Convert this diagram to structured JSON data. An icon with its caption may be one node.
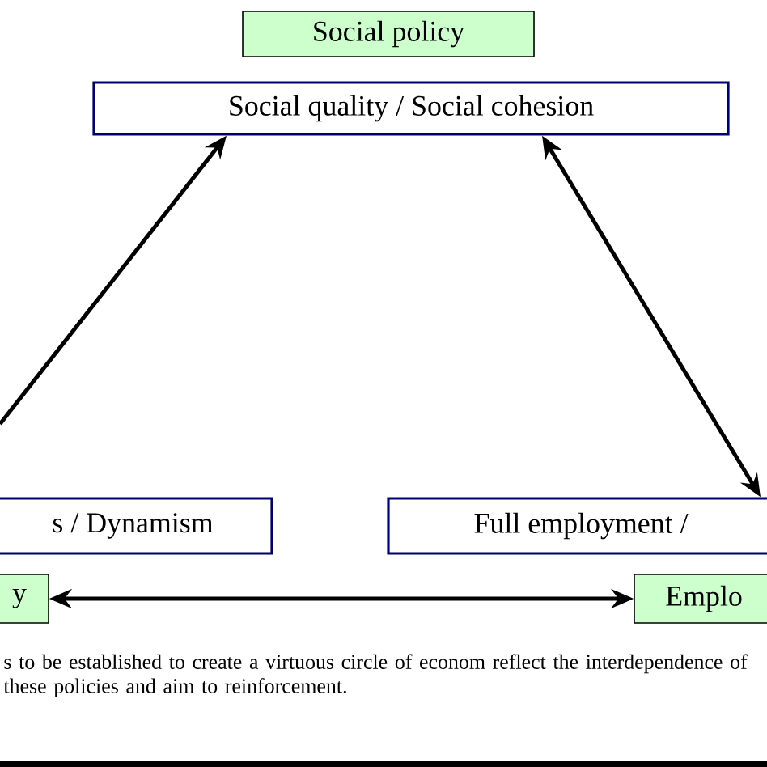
{
  "diagram": {
    "nodes": [
      {
        "text": [
          "Social policy"
        ]
      },
      {
        "text": [
          "Social quality / Social cohesion"
        ]
      },
      {
        "text": [
          "s / Dynamism"
        ]
      },
      {
        "text": [
          "Full employment /"
        ]
      },
      {
        "text": [
          "y"
        ]
      },
      {
        "text": [
          "Emplo"
        ]
      }
    ],
    "edges": [
      {
        "from": null,
        "to": 1,
        "arrow": "to"
      },
      {
        "from": 1,
        "to": 3,
        "arrow": "both"
      },
      {
        "from": 4,
        "to": 5,
        "arrow": "both"
      }
    ],
    "labels": [
      "s to be established to create a virtuous circle of econom reflect the interdependence of these policies and aim to reinforcement."
    ]
  }
}
